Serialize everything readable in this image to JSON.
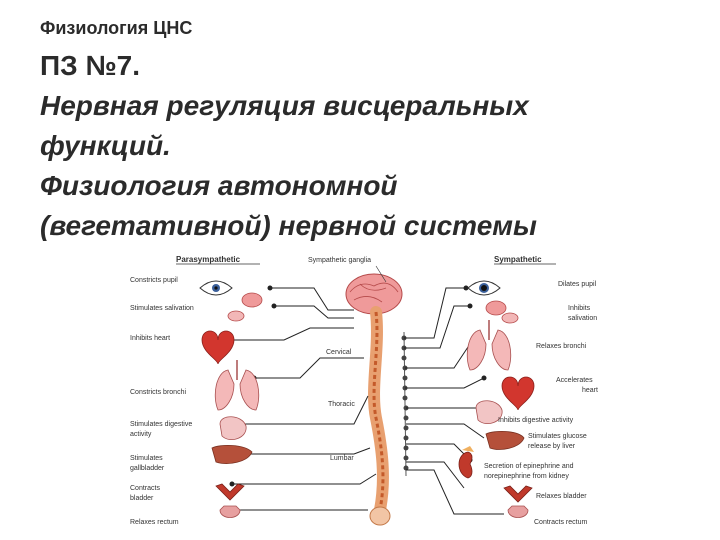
{
  "header": {
    "course_title": "Физиология ЦНС",
    "lesson_number": "ПЗ №7.",
    "topic_lines": [
      "Нервная регуляция висцеральных",
      "функций.",
      "Физиология автономной",
      "(вегетативной) нервной системы"
    ]
  },
  "diagram": {
    "headers": {
      "parasympathetic": "Parasympathetic",
      "sympathetic_ganglia": "Sympathetic ganglia",
      "sympathetic": "Sympathetic"
    },
    "regions": {
      "cervical": "Cervical",
      "thoracic": "Thoracic",
      "lumbar": "Lumbar"
    },
    "parasympathetic_labels": [
      "Constricts pupil",
      "Stimulates salivation",
      "Inhibits heart",
      "Constricts bronchi",
      "Stimulates digestive",
      "activity",
      "Stimulates",
      "gallbladder",
      "Contracts",
      "bladder",
      "Relaxes rectum"
    ],
    "sympathetic_labels": [
      "Dilates pupil",
      "Inhibits",
      "salivation",
      "Relaxes bronchi",
      "Accelerates",
      "heart",
      "Inhibits digestive activity",
      "Stimulates glucose",
      "release by liver",
      "Secretion of epinephrine and",
      "norepinephrine from kidney",
      "Relaxes bladder",
      "Contracts rectum"
    ],
    "colors": {
      "organ_red": "#d2362e",
      "organ_pink": "#ef9a9a",
      "liver_brown": "#b5503a",
      "spine_orange": "#e8a070",
      "nerve_line": "#222222"
    }
  }
}
